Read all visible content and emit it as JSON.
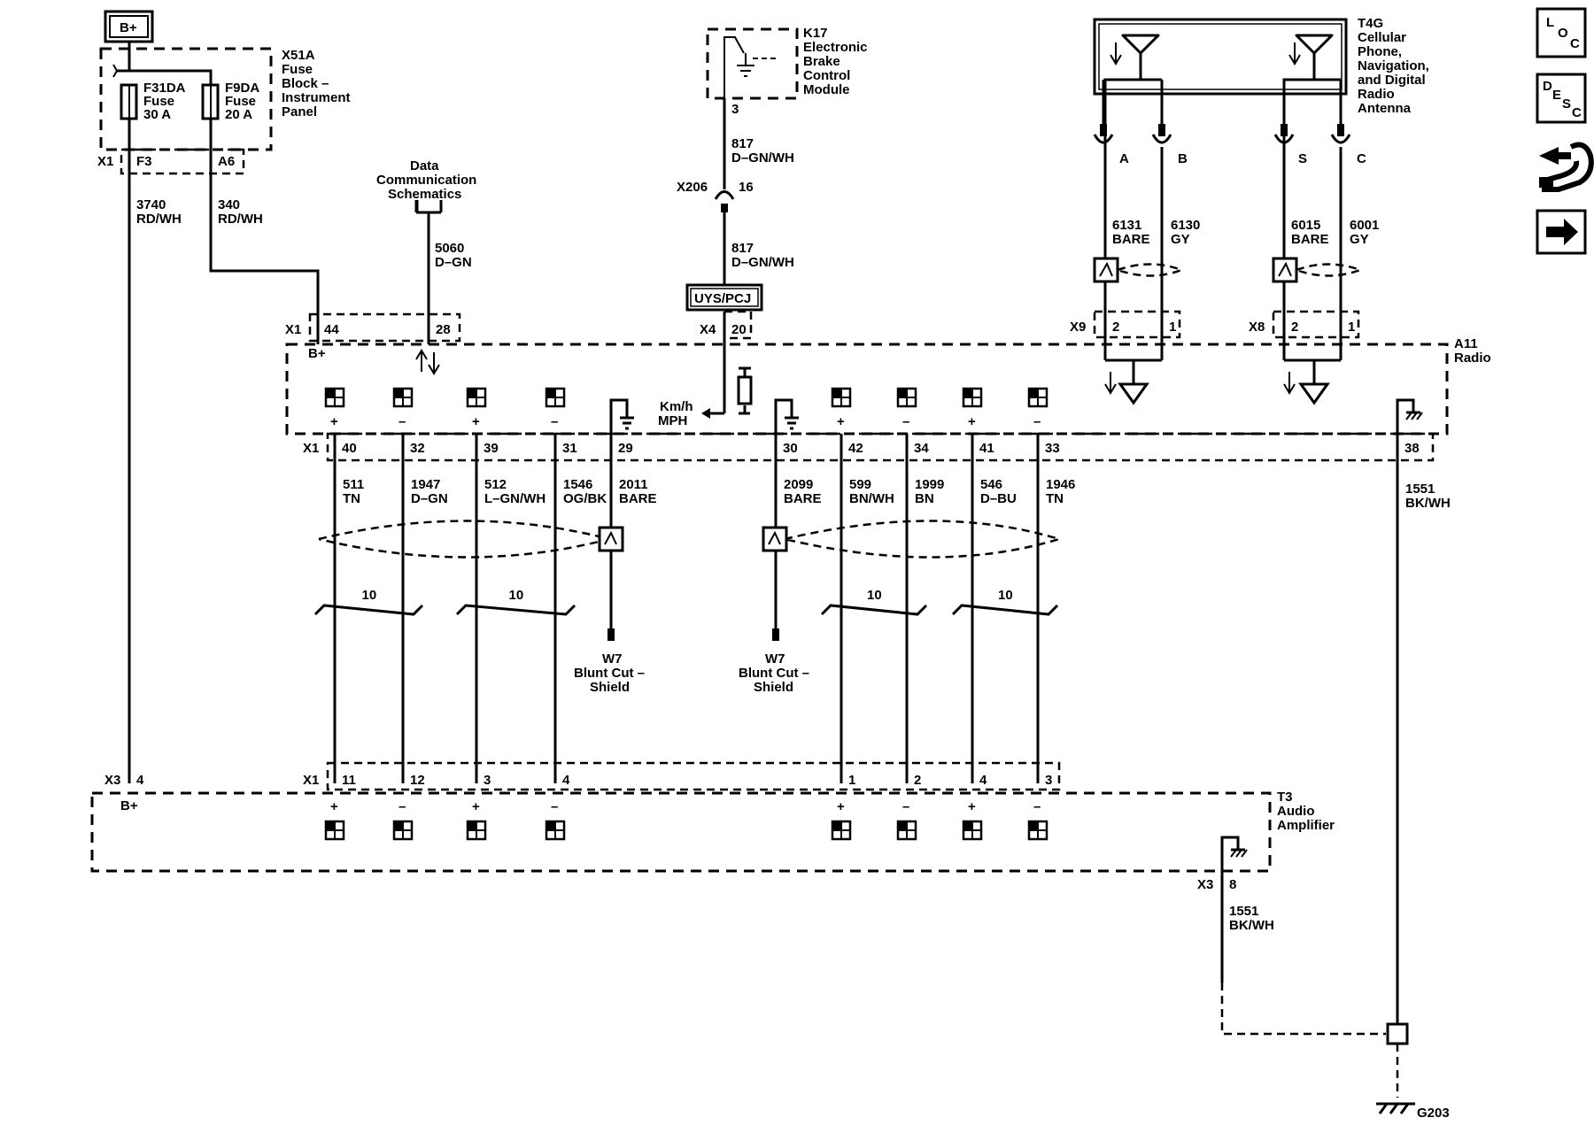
{
  "top": {
    "bplus_box": "B+",
    "x51a": {
      "ref": "X51A",
      "l1": "Fuse",
      "l2": "Block –",
      "l3": "Instrument",
      "l4": "Panel"
    },
    "f31da": {
      "name": "F31DA",
      "type": "Fuse",
      "rating": "30 A",
      "pin": "F3"
    },
    "f9da": {
      "name": "F9DA",
      "type": "Fuse",
      "rating": "20 A",
      "pin": "A6"
    },
    "x1_fuse": "X1",
    "w3740": {
      "num": "3740",
      "color": "RD/WH"
    },
    "w340": {
      "num": "340",
      "color": "RD/WH"
    },
    "data_comm": {
      "l1": "Data",
      "l2": "Communication",
      "l3": "Schematics"
    },
    "w5060": {
      "num": "5060",
      "color": "D–GN"
    },
    "k17": {
      "ref": "K17",
      "l1": "Electronic",
      "l2": "Brake",
      "l3": "Control",
      "l4": "Module",
      "pin": "3"
    },
    "w817a": {
      "num": "817",
      "color": "D–GN/WH"
    },
    "x206": {
      "ref": "X206",
      "pin": "16"
    },
    "w817b": {
      "num": "817",
      "color": "D–GN/WH"
    },
    "uys": "UYS/PCJ",
    "x4": {
      "ref": "X4",
      "pin": "20"
    },
    "t4g": {
      "ref": "T4G",
      "l1": "Cellular",
      "l2": "Phone,",
      "l3": "Navigation,",
      "l4": "and Digital",
      "l5": "Radio",
      "l6": "Antenna"
    },
    "ant_pins": [
      "A",
      "B",
      "S",
      "C"
    ],
    "w6131": {
      "num": "6131",
      "color": "BARE"
    },
    "w6130": {
      "num": "6130",
      "color": "GY"
    },
    "w6015": {
      "num": "6015",
      "color": "BARE"
    },
    "w6001": {
      "num": "6001",
      "color": "GY"
    },
    "x9": {
      "ref": "X9",
      "p2": "2",
      "p1": "1"
    },
    "x8": {
      "ref": "X8",
      "p2": "2",
      "p1": "1"
    }
  },
  "radio": {
    "ref": "A11",
    "name": "Radio",
    "x1": "X1",
    "pin44": "44",
    "pin28": "28",
    "bplus": "B+",
    "kmh": "Km/h",
    "mph": "MPH",
    "x1_bottom": "X1",
    "pins": [
      "40",
      "32",
      "39",
      "31",
      "29",
      "30",
      "42",
      "34",
      "41",
      "33",
      "38"
    ]
  },
  "wires": [
    {
      "num": "511",
      "color": "TN"
    },
    {
      "num": "1947",
      "color": "D–GN"
    },
    {
      "num": "512",
      "color": "L–GN/WH"
    },
    {
      "num": "1546",
      "color": "OG/BK"
    },
    {
      "num": "2011",
      "color": "BARE"
    },
    {
      "num": "2099",
      "color": "BARE"
    },
    {
      "num": "599",
      "color": "BN/WH"
    },
    {
      "num": "1999",
      "color": "BN"
    },
    {
      "num": "546",
      "color": "D–BU"
    },
    {
      "num": "1946",
      "color": "TN"
    },
    {
      "num": "1551",
      "color": "BK/WH"
    }
  ],
  "twist": [
    "10",
    "10",
    "10",
    "10"
  ],
  "shield": {
    "ref": "W7",
    "l1": "Blunt Cut –",
    "l2": "Shield"
  },
  "amp": {
    "ref": "T3",
    "l1": "Audio",
    "l2": "Amplifier",
    "x3": "X3",
    "pin4": "4",
    "bplus": "B+",
    "x1": "X1",
    "pins": [
      "11",
      "12",
      "3",
      "4",
      "1",
      "2",
      "4",
      "3"
    ],
    "x3b": "X3",
    "pin8": "8",
    "wire": {
      "num": "1551",
      "color": "BK/WH"
    }
  },
  "ground": "G203",
  "polarity": {
    "plus": "+",
    "minus": "–"
  },
  "nav": {
    "loc": [
      "L",
      "O",
      "C"
    ],
    "desc": [
      "D",
      "E",
      "S",
      "C"
    ]
  }
}
